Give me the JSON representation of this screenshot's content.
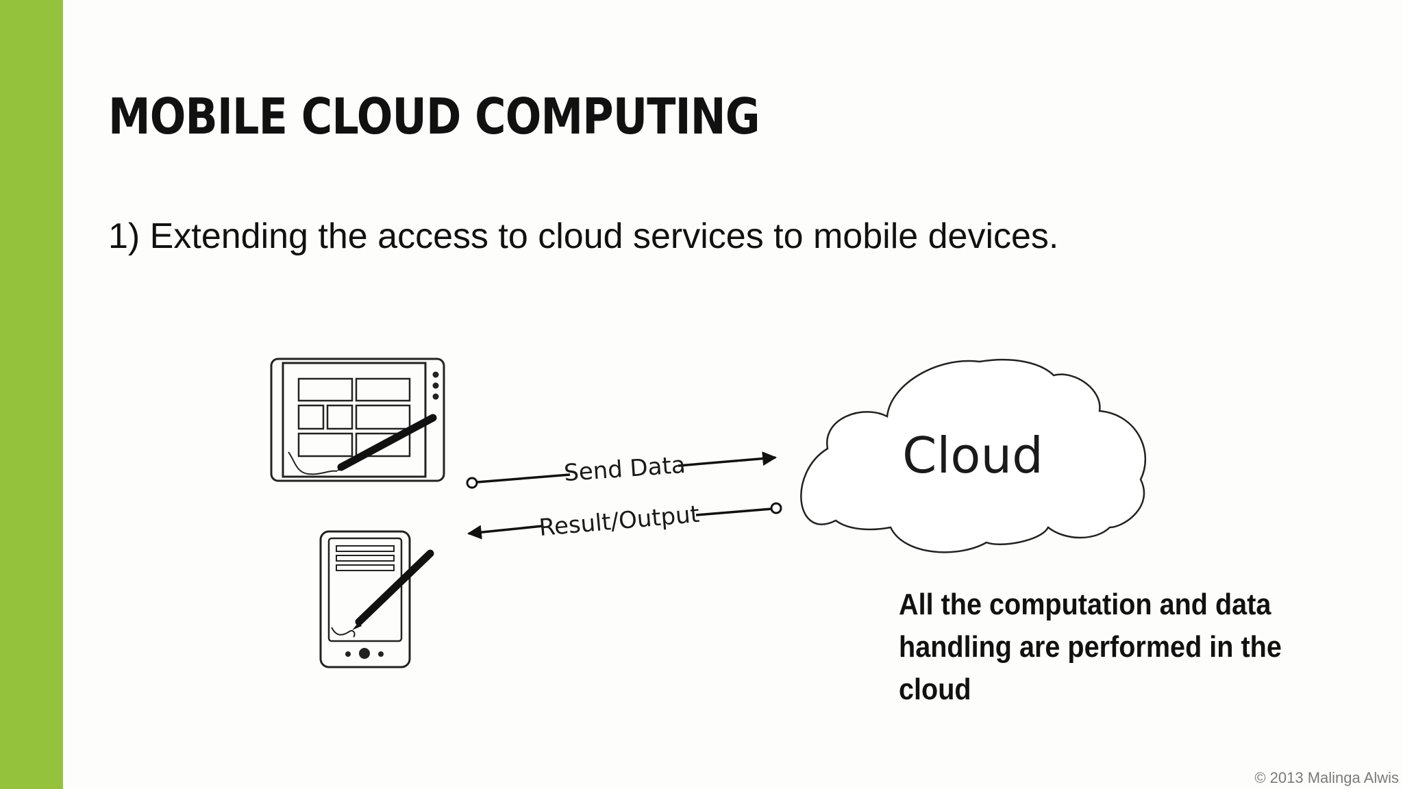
{
  "slide": {
    "title": "MOBILE CLOUD COMPUTING",
    "bullet": "1) Extending the access to cloud services to mobile devices.",
    "note": "All the computation and data handling are performed in the cloud",
    "copyright": "© 2013 Malinga Alwis",
    "accent_color": "#95c23d"
  },
  "diagram": {
    "devices": [
      {
        "kind": "tablet",
        "icon": "tablet-with-stylus-icon"
      },
      {
        "kind": "phone",
        "icon": "phone-with-stylus-icon"
      }
    ],
    "cloud_label": "Cloud",
    "arrows": [
      {
        "label": "Send Data",
        "from": "devices",
        "to": "cloud"
      },
      {
        "label": "Result/Output",
        "from": "cloud",
        "to": "devices"
      }
    ]
  }
}
